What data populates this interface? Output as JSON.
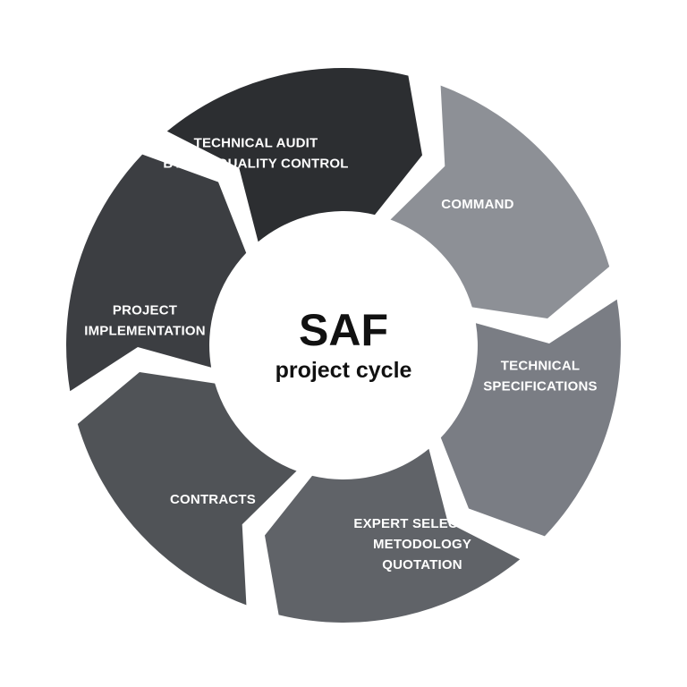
{
  "diagram": {
    "center": {
      "title": "SAF",
      "subtitle": "project cycle"
    },
    "segments": [
      {
        "lines": [
          "COMMAND"
        ],
        "color": "#8d9096"
      },
      {
        "lines": [
          "TECHNICAL",
          "SPECIFICATIONS"
        ],
        "color": "#7a7d84"
      },
      {
        "lines": [
          "EXPERT SELECTION",
          "METODOLOGY",
          "QUOTATION"
        ],
        "color": "#606368"
      },
      {
        "lines": [
          "CONTRACTS"
        ],
        "color": "#505357"
      },
      {
        "lines": [
          "PROJECT",
          "IMPLEMENTATION"
        ],
        "color": "#3c3e42"
      },
      {
        "lines": [
          "TECHNICAL AUDIT",
          "BY SAF QUALITY CONTROL"
        ],
        "color": "#2c2e31"
      }
    ]
  }
}
